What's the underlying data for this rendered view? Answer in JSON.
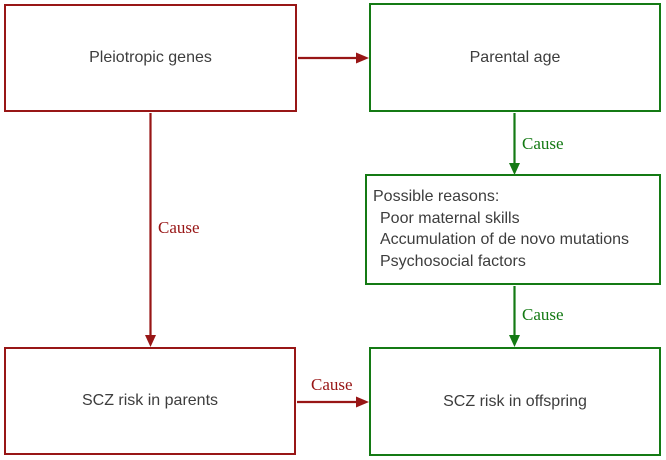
{
  "colors": {
    "dark_red": "#981616",
    "green": "#147a14",
    "node_text": "#3d3d3d",
    "background": "#ffffff"
  },
  "nodes": {
    "pleiotropic_genes": {
      "label": "Pleiotropic genes"
    },
    "parental_age": {
      "label": "Parental age"
    },
    "possible_reasons": {
      "title": "Possible reasons:",
      "items": [
        "Poor maternal skills",
        "Accumulation of de novo mutations",
        "Psychosocial factors"
      ]
    },
    "scz_risk_parents": {
      "label": "SCZ risk in parents"
    },
    "scz_risk_offspring": {
      "label": "SCZ risk in offspring"
    }
  },
  "edges": {
    "genes_to_parental_age": {
      "from": "pleiotropic_genes",
      "to": "parental_age",
      "label": ""
    },
    "genes_to_scz_parents": {
      "from": "pleiotropic_genes",
      "to": "scz_risk_parents",
      "label": "Cause"
    },
    "parental_age_to_reasons": {
      "from": "parental_age",
      "to": "possible_reasons",
      "label": "Cause"
    },
    "reasons_to_offspring": {
      "from": "possible_reasons",
      "to": "scz_risk_offspring",
      "label": "Cause"
    },
    "parents_to_offspring": {
      "from": "scz_risk_parents",
      "to": "scz_risk_offspring",
      "label": "Cause"
    }
  }
}
